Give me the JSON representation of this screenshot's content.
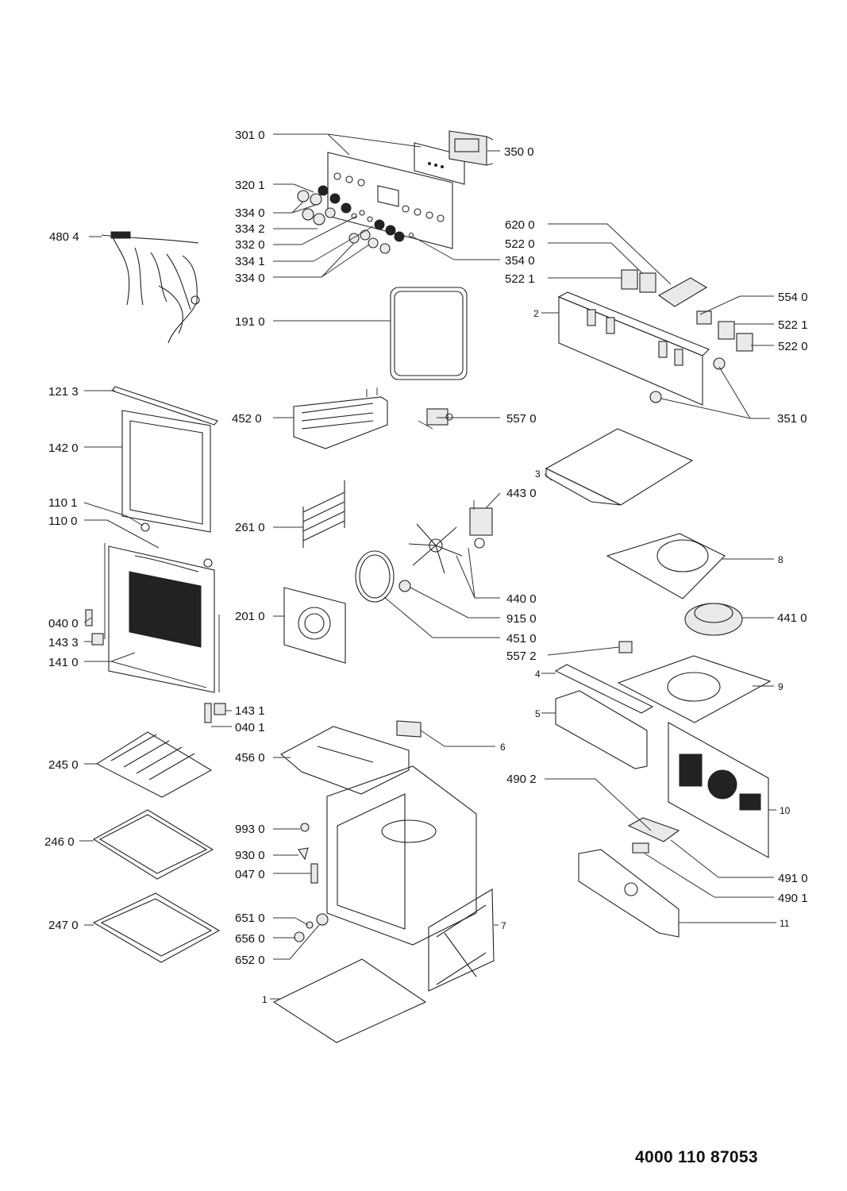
{
  "document_number": "4000 110 87053",
  "labels": {
    "l3010": "301 0",
    "l3500": "350 0",
    "l3201": "320 1",
    "l3340a": "334 0",
    "l3342": "334 2",
    "l3320": "332 0",
    "l3341": "334 1",
    "l3340b": "334 0",
    "l4804": "480 4",
    "l3540": "354 0",
    "l6200": "620 0",
    "l5220a": "522 0",
    "l5221a": "522 1",
    "l2": "2",
    "l5540": "554 0",
    "l5221b": "522 1",
    "l5220b": "522 0",
    "l1910": "191 0",
    "l1213": "121 3",
    "l4520": "452 0",
    "l5570": "557 0",
    "l3510": "351 0",
    "l1420": "142 0",
    "l3": "3",
    "l4430": "443 0",
    "l1101": "110 1",
    "l1100": "110 0",
    "l2610": "261 0",
    "l8": "8",
    "l4400": "440 0",
    "l0400": "040 0",
    "l2010": "201 0",
    "l9150": "915 0",
    "l4410": "441 0",
    "l1433": "143 3",
    "l4510": "451 0",
    "l1410": "141 0",
    "l5572": "557 2",
    "l4": "4",
    "l9": "9",
    "l1431": "143 1",
    "l0401": "040 1",
    "l5": "5",
    "l6": "6",
    "l2450": "245 0",
    "l4560": "456 0",
    "l4902": "490 2",
    "l10": "10",
    "l9930": "993 0",
    "l2460": "246 0",
    "l9300": "930 0",
    "l0470": "047 0",
    "l4910": "491 0",
    "l4901": "490 1",
    "l6510": "651 0",
    "l11": "11",
    "l2470": "247 0",
    "l6560": "656 0",
    "l7": "7",
    "l6520": "652 0",
    "l1": "1"
  }
}
